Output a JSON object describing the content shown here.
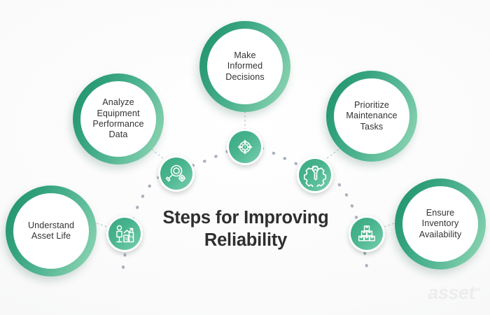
{
  "title": {
    "line1": "Steps for Improving",
    "line2": "Reliability",
    "full": "Steps for Improving\nReliability"
  },
  "watermark": {
    "text": "asset",
    "superscript": "∞"
  },
  "theme": {
    "ring_dark": "#1d8f6b",
    "ring_light": "#93d6b7",
    "badge_dark": "#3aa984",
    "badge_light": "#79ceae",
    "dot_color": "#8a93a6",
    "text_color": "#333333",
    "background": "#fbfbfb"
  },
  "steps": [
    {
      "id": "understand-asset-life",
      "label": "Understand\nAsset Life",
      "icon": "person-growth-chart-icon",
      "icon_description": "person beside rising bar chart with dollar and percent signs"
    },
    {
      "id": "analyze-equipment-performance-data",
      "label": "Analyze\nEquipment\nPerformance\nData",
      "icon": "magnifier-gears-icon",
      "icon_description": "magnifying glass over gears"
    },
    {
      "id": "make-informed-decisions",
      "label": "Make\nInformed\nDecisions",
      "icon": "gear-question-arrows-icon",
      "icon_description": "gear with question mark and four directional arrows"
    },
    {
      "id": "prioritize-maintenance-tasks",
      "label": "Prioritize\nMaintenance\nTasks",
      "icon": "gear-wrench-icon",
      "icon_description": "gear containing a wrench"
    },
    {
      "id": "ensure-inventory-availability",
      "label": "Ensure\nInventory\nAvailability",
      "icon": "stacked-boxes-icon",
      "icon_description": "pyramid stack of six cardboard boxes"
    }
  ]
}
